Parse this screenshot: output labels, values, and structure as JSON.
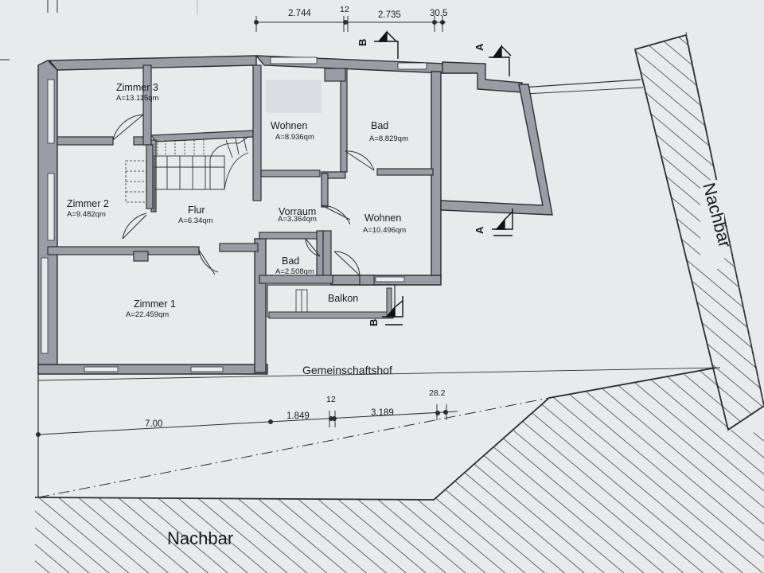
{
  "rooms": {
    "zimmer3": {
      "name": "Zimmer 3",
      "area": "A=13.115qm"
    },
    "zimmer2": {
      "name": "Zimmer 2",
      "area": "A=9.482qm"
    },
    "zimmer1": {
      "name": "Zimmer 1",
      "area": "A=22.459qm"
    },
    "flur": {
      "name": "Flur",
      "area": "A=6.34qm"
    },
    "wohnen_top": {
      "name": "Wohnen",
      "area": "A=8.936qm"
    },
    "bad_top": {
      "name": "Bad",
      "area": "A=8.829qm"
    },
    "vorraum": {
      "name": "Vorraum",
      "area": "A=3.364qm"
    },
    "wohnen_right": {
      "name": "Wohnen",
      "area": "A=10.496qm"
    },
    "bad_small": {
      "name": "Bad",
      "area": "A=2.508qm"
    }
  },
  "labels": {
    "balkon": "Balkon",
    "gemeinschaftshof": "Gemeinschaftshof",
    "nachbar_bottom": "Nachbar",
    "nachbar_right": "Nachbar"
  },
  "dimensions_top": [
    "2.744",
    "12",
    "2.735",
    "30.5"
  ],
  "dimensions_bottom": [
    "7.00",
    "1.849",
    "12",
    "3.189",
    "28.2"
  ],
  "section_markers": {
    "b_top": "B",
    "a_top": "A",
    "a_bottom": "A",
    "b_bottom": "B"
  },
  "colors": {
    "paper": "#e9eaec",
    "wall_fill": "#9a9ea4",
    "wall_stroke": "#2b2d31",
    "line": "#2b2d31"
  }
}
